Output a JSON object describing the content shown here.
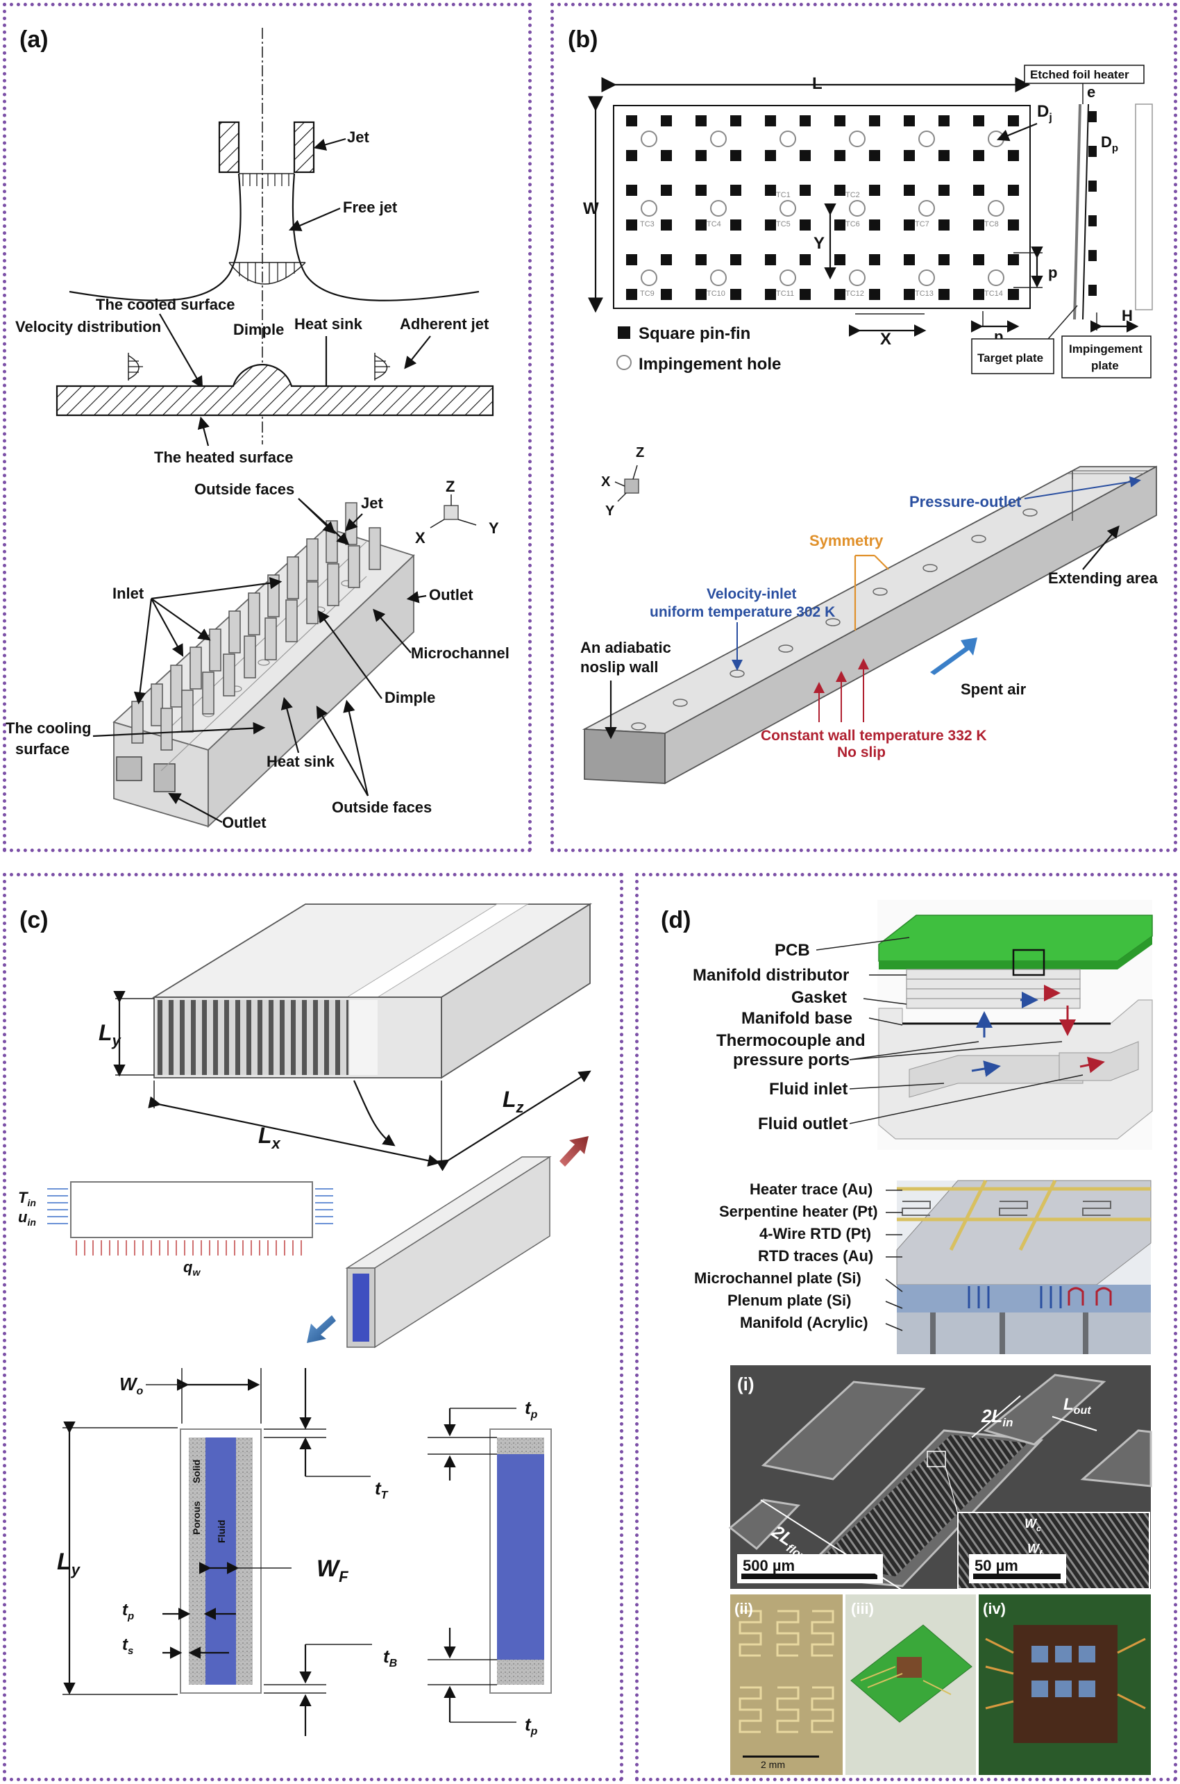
{
  "panels": {
    "a": {
      "tag": "(a)",
      "labels": {
        "jet": "Jet",
        "free_jet": "Free jet",
        "cooled_surface": "The cooled surface",
        "velocity_distribution": "Velocity distribution",
        "dimple": "Dimple",
        "heat_sink": "Heat sink",
        "adherent_jet": "Adherent jet",
        "heated_surface": "The heated surface",
        "outside_faces_top": "Outside faces",
        "jet_3d": "Jet",
        "inlet": "Inlet",
        "outlet_top": "Outlet",
        "microchannel": "Microchannel",
        "dimple_3d": "Dimple",
        "cooling_surface_1": "The cooling",
        "cooling_surface_2": "surface",
        "heat_sink_3d": "Heat sink",
        "outlet_bottom": "Outlet",
        "outside_faces_bottom": "Outside faces",
        "axis_z": "Z",
        "axis_x": "X",
        "axis_y": "Y"
      }
    },
    "b": {
      "tag": "(b)",
      "labels": {
        "L": "L",
        "W": "W",
        "Dj": "D",
        "Dj_sub": "j",
        "Dp": "D",
        "Dp_sub": "p",
        "e": "e",
        "etched_foil_heater": "Etched foil heater",
        "Y": "Y",
        "X": "X",
        "p1": "p",
        "p2": "p",
        "H": "H",
        "square_pin_fin": "Square pin-fin",
        "impingement_hole": "Impingement hole",
        "target_plate": "Target plate",
        "impingement_plate_1": "Impingement",
        "impingement_plate_2": "plate",
        "axis_z": "Z",
        "axis_x": "X",
        "axis_y": "Y",
        "pressure_outlet": "Pressure-outlet",
        "symmetry": "Symmetry",
        "extending_area": "Extending area",
        "velocity_inlet_1": "Velocity-inlet",
        "velocity_inlet_2": "uniform temperature 302 K",
        "adiabatic_1": "An adiabatic",
        "adiabatic_2": "noslip wall",
        "spent_air": "Spent air",
        "wall_temp_1": "Constant wall temperature 332 K",
        "wall_temp_2": "No slip",
        "tc": [
          "TC1",
          "TC2",
          "TC3",
          "TC4",
          "TC5",
          "TC6",
          "TC7",
          "TC8",
          "TC9",
          "TC10",
          "TC11",
          "TC12",
          "TC13",
          "TC14"
        ]
      }
    },
    "c": {
      "tag": "(c)",
      "labels": {
        "Ly": "L",
        "Ly_sub": "y",
        "Lx": "L",
        "Lx_sub": "x",
        "Lz": "L",
        "Lz_sub": "z",
        "T": "T",
        "T_sub": "in",
        "u": "u",
        "u_sub": "in",
        "q": "q",
        "q_sub": "w",
        "Wo": "W",
        "Wo_sub": "o",
        "tT": "t",
        "tT_sub": "T",
        "Ly2": "L",
        "Ly2_sub": "y",
        "WF": "W",
        "WF_sub": "F",
        "tp": "t",
        "tp_sub": "p",
        "ts": "t",
        "ts_sub": "s",
        "tB": "t",
        "tB_sub": "B",
        "tp_top": "t",
        "tp_top_sub": "p",
        "tp_bot": "t",
        "tp_bot_sub": "p",
        "solid": "Solid",
        "porous": "Porous",
        "fluid": "Fluid"
      }
    },
    "d": {
      "tag": "(d)",
      "labels": {
        "pcb": "PCB",
        "manifold_distributor": "Manifold distributor",
        "gasket": "Gasket",
        "manifold_base": "Manifold base",
        "thermocouple_1": "Thermocouple and",
        "thermocouple_2": "pressure ports",
        "fluid_inlet": "Fluid inlet",
        "fluid_outlet": "Fluid outlet",
        "heater_trace": "Heater trace (Au)",
        "serpentine_heater": "Serpentine heater (Pt)",
        "rtd_4wire": "4-Wire RTD (Pt)",
        "rtd_traces": "RTD traces (Au)",
        "microchannel_plate": "Microchannel plate (Si)",
        "plenum_plate": "Plenum plate (Si)",
        "manifold_acrylic": "Manifold (Acrylic)",
        "sem_tag": "(i)",
        "two_L_in": "2L",
        "two_L_in_sub": "in",
        "L_out": "L",
        "L_out_sub": "out",
        "two_L_flow": "2L",
        "two_L_flow_sub": "flow",
        "Wc": "W",
        "Wc_sub": "c",
        "Wf": "W",
        "Wf_sub": "f",
        "scale_500": "500 µm",
        "scale_50": "50 µm",
        "photo_ii": "(ii)",
        "photo_iii": "(iii)",
        "photo_iv": "(iv)",
        "scale_2mm": "2 mm"
      }
    }
  },
  "colors": {
    "border": "#7b4fa6",
    "blue_label": "#2a4fa0",
    "orange_label": "#e0902a",
    "red_label": "#b02030",
    "fluid_blue": "#5565c0",
    "pcb_green": "#3fbf3f"
  }
}
